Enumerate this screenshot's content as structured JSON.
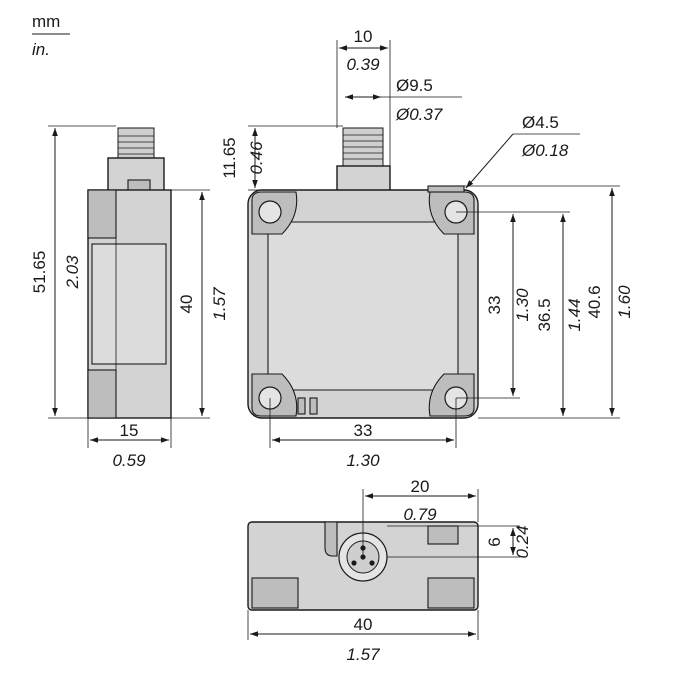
{
  "units": {
    "primary": "mm",
    "secondary": "in."
  },
  "side_view": {
    "height_total": {
      "mm": "51.65",
      "in": "2.03"
    },
    "height_body": {
      "mm": "40",
      "in": "1.57"
    },
    "width": {
      "mm": "15",
      "in": "0.59"
    }
  },
  "front_view": {
    "connector_width": {
      "mm": "10",
      "in": "0.39"
    },
    "connector_diameter": {
      "mm": "Ø9.5",
      "in": "Ø0.37"
    },
    "connector_height": {
      "mm": "11.65",
      "in": "0.46"
    },
    "hole_diameter": {
      "mm": "Ø4.5",
      "in": "Ø0.18"
    },
    "hole_spacing_v": {
      "mm": "33",
      "in": "1.30"
    },
    "inner_height": {
      "mm": "36.5",
      "in": "1.44"
    },
    "total_height": {
      "mm": "40.6",
      "in": "1.60"
    },
    "hole_spacing_h": {
      "mm": "33",
      "in": "1.30"
    }
  },
  "bottom_view": {
    "connector_offset": {
      "mm": "20",
      "in": "0.79"
    },
    "connector_depth": {
      "mm": "6",
      "in": "0.24"
    },
    "width": {
      "mm": "40",
      "in": "1.57"
    }
  }
}
